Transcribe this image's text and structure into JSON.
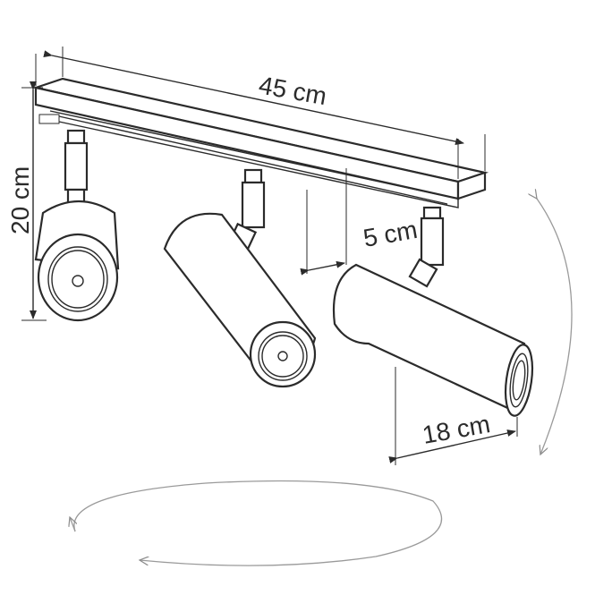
{
  "dimensions": {
    "length": "45 cm",
    "height": "20 cm",
    "projection": "5 cm",
    "shade_length": "18 cm"
  }
}
